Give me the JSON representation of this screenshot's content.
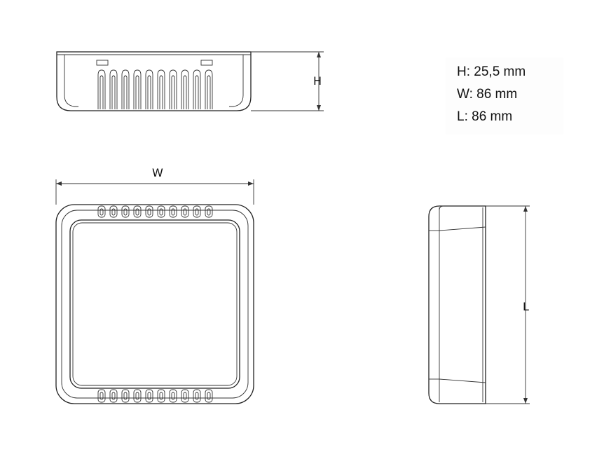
{
  "specs": [
    {
      "text": "H: 25,5 mm"
    },
    {
      "text": "W: 86 mm"
    },
    {
      "text": "L: 86 mm"
    }
  ],
  "dimension_labels": {
    "height": "H",
    "width": "W",
    "length": "L"
  }
}
